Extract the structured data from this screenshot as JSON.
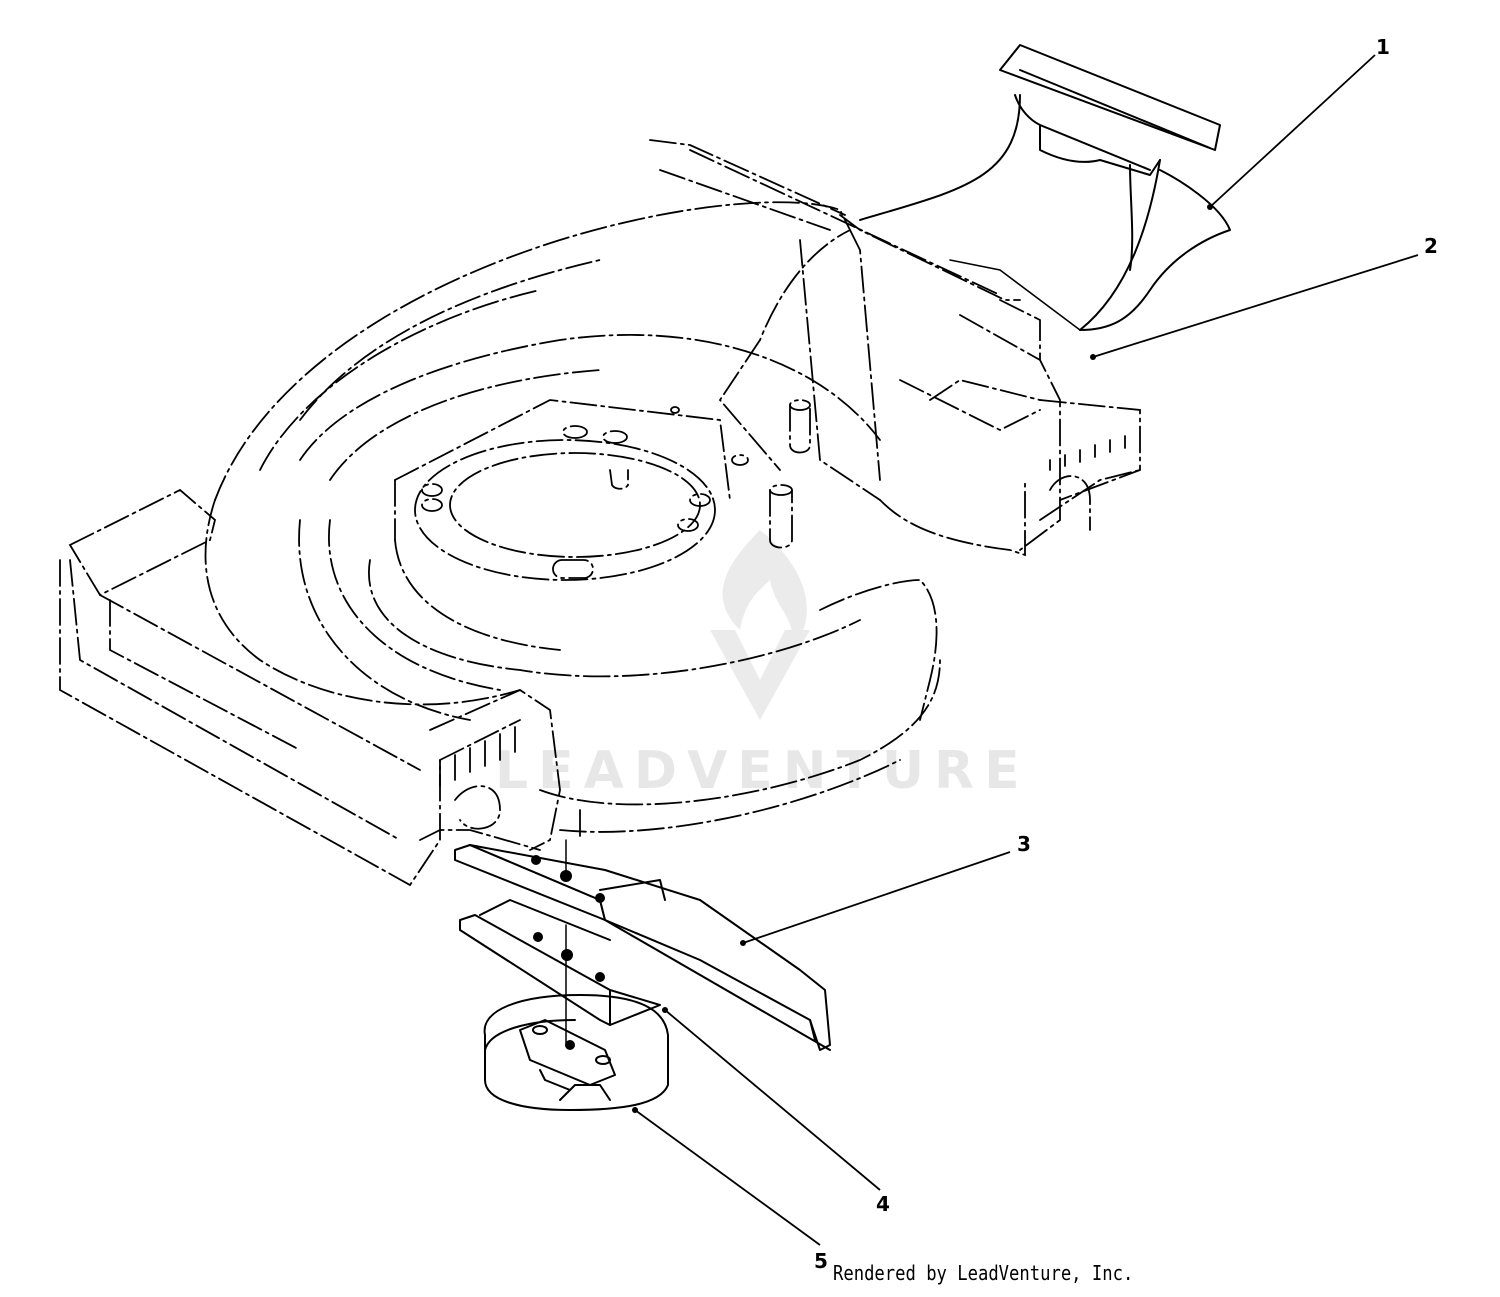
{
  "callouts": [
    {
      "id": "1",
      "label": "1"
    },
    {
      "id": "2",
      "label": "2"
    },
    {
      "id": "3",
      "label": "3"
    },
    {
      "id": "4",
      "label": "4"
    },
    {
      "id": "5",
      "label": "5"
    }
  ],
  "watermark": {
    "text": "LEADVENTURE"
  },
  "credit": {
    "text": "Rendered by LeadVenture, Inc."
  },
  "colors": {
    "line": "#000000",
    "background": "#ffffff"
  }
}
